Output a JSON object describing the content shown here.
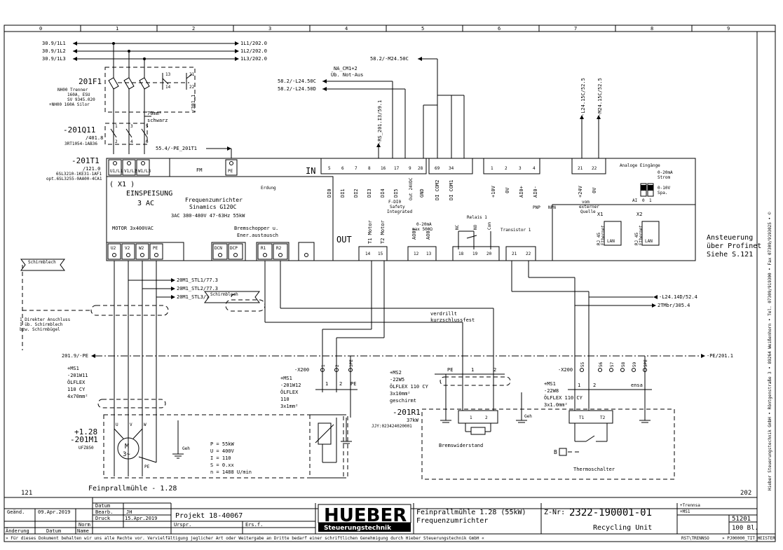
{
  "grid": {
    "columns": [
      "0",
      "1",
      "2",
      "3",
      "4",
      "5",
      "6",
      "7",
      "8",
      "9"
    ]
  },
  "feeds": {
    "in_labels": [
      "30.9/1L1",
      "30.9/1L2",
      "30.9/1L3"
    ],
    "out_labels": [
      "1L1/202.0",
      "1L2/202.0",
      "1L3/202.0"
    ]
  },
  "f1": {
    "tag": "201F1",
    "desc": [
      "NH00 Trenner",
      "160A, ESU",
      "SV 9345.020",
      "+NH00 160A Silor"
    ],
    "contact_labels": [
      "13",
      "14",
      "21",
      "22"
    ],
    "ref": "/301.1"
  },
  "cable_note": [
    "70mm²",
    "schwarz"
  ],
  "q11": {
    "tag": "-201Q11",
    "ref": "/401.8",
    "type": "3RT1054-1AB36",
    "pins": [
      "1",
      "3",
      "5",
      "2",
      "4",
      "6"
    ]
  },
  "pe_ref": "55.4/-PE_201T1",
  "pe_label": "PE",
  "t1": {
    "tag": "-201T1",
    "ref": "/121.0",
    "types": [
      "6SL3210-1KE31-1AF1",
      "opt.6SL3255-0AA00-4CA1"
    ],
    "in_terms": [
      "U1/L1",
      "V1/L2",
      "W1/L3"
    ],
    "x1": "( X1 )",
    "einspeisung": "EINSPEISUNG",
    "three_ac": "3 AC",
    "fm": "FM",
    "title": "Frequenzumrichter",
    "model": "Sinamics G120C",
    "spec": "3AC 380-480V 47-63Hz 55kW",
    "motor": "MOTOR 3x400VAC",
    "brake": [
      "Bremschopper u.",
      "Ener.austausch"
    ],
    "ground": "Erdung",
    "out_terms": [
      "U2",
      "V2",
      "W2",
      "PE",
      "DCN",
      "DCP",
      "R1",
      "R2"
    ],
    "in_label": "IN",
    "out_label": "OUT"
  },
  "refs_left": [
    "20M1_STL1/77.3",
    "20M1_STL2/77.3",
    "20M1_STL3/77.3"
  ],
  "shield1": "Schirmblech",
  "shield_note": [
    "1 Direkter Anschluss",
    "1 üb. Schirmblech",
    "bzw. Schirmbügel"
  ],
  "shield2": "Schirmblech",
  "ctrl_refs": {
    "top": "58.2/-M24.50C",
    "na": [
      "NA_CM1+2",
      "Üb. Not-Aus"
    ],
    "l24": "58.2/-L24.50C",
    "l24b": "58.2/-L24.50D",
    "rs": "-RS_201.I3/59.1",
    "l24_15c": "-L24.15C/52.5",
    "m24_15c": "-M24.15C/52.5"
  },
  "terminals_top": [
    "5",
    "6",
    "7",
    "8",
    "16",
    "17",
    "9",
    "28",
    "69",
    "34",
    "1",
    "2",
    "3",
    "4",
    "21",
    "22"
  ],
  "dsignals": [
    "DI0",
    "DI1",
    "DI2",
    "DI3",
    "DI4",
    "DI5",
    "Out 24VDC",
    "GND",
    "DI COM2",
    "DI COM1",
    "+10V",
    "0V",
    "AI0+",
    "AI0-",
    "+24V",
    "0V"
  ],
  "fdi": [
    "F-DI0",
    "Safety",
    "Integrated"
  ],
  "pnp": "PNP",
  "npn": "NPN",
  "ext_source": [
    "vom",
    "externer",
    "Quelle"
  ],
  "analog": {
    "title": "Analoge Eingänge",
    "a": [
      "0-20mA",
      "Strom"
    ],
    "b": [
      "0-10V",
      "Spa."
    ],
    "ai": "AI",
    "pos": [
      "0",
      "1"
    ]
  },
  "outputs": {
    "t1m": "T1 Motor",
    "t2m": "T2 Motor",
    "ao": [
      "AO0+",
      "AO0-"
    ],
    "ao_note": [
      "0-20mA",
      "max 500Ω"
    ],
    "relay": "Relais 1",
    "relay_pins": [
      "NC",
      "NO",
      "Com"
    ],
    "transistor": "Transistor 1",
    "terms": [
      "14",
      "15",
      "12",
      "13",
      "18",
      "19",
      "20",
      "21",
      "22"
    ]
  },
  "profinet": {
    "x1": "X1",
    "x2": "X2",
    "rj45": [
      "RJ 45",
      "Ethernet"
    ],
    "lan": "LAN",
    "text": [
      "Ansteuerung",
      "über Profinet",
      "Siehe S.121"
    ]
  },
  "right_refs": [
    "-L24.14D/52.4",
    "2TMbr/305.4"
  ],
  "verdrillt": [
    "verdrillt",
    "kurzschlussfest"
  ],
  "pe_line": {
    "left": "201.9/-PE",
    "right": "-PE/201.1"
  },
  "w11": {
    "lines": [
      "+MS1",
      "-201W11",
      "ÖLFLEX",
      "110 CY",
      "4x70mm²"
    ]
  },
  "w12": {
    "tag": "+MS1",
    "lines": [
      "-201W12",
      "ÖLFLEX",
      "110",
      "3x1mm²"
    ]
  },
  "x200a": {
    "tag": "-X200",
    "pins": [
      "1",
      "2",
      "3PE"
    ],
    "wires": [
      "1",
      "2",
      "PE"
    ]
  },
  "ms2": {
    "lines": [
      "+MS2",
      "-22W5",
      "ÖLFLEX 110 CY",
      "3x10mm²",
      "geschirmt"
    ],
    "wires": [
      "PE",
      "1",
      "2"
    ]
  },
  "x200b": {
    "tag": "-X200",
    "pins": [
      "55",
      "56",
      "57",
      "58",
      "59",
      "5PE"
    ]
  },
  "w8": {
    "lines": [
      "+MS1",
      "-22W8",
      "ÖLFLEX 110 CY",
      "3x1.0mm²"
    ],
    "wires": [
      "1",
      "2",
      "ensa"
    ]
  },
  "r1": {
    "tag": "-201R1",
    "power": "37kW",
    "type": "JJY:023424020001",
    "pins": [
      "1",
      "2"
    ],
    "label": "Bremswiderstand"
  },
  "thermo": {
    "pins": [
      "T1",
      "T2"
    ],
    "label": "Thermoschalter",
    "sym": "B"
  },
  "motor": {
    "ref": "+1.28",
    "tag": "-201M1",
    "type": "UFZ850",
    "sym": "M",
    "sym2": "3~",
    "pins": [
      "U",
      "V",
      "W",
      "PE"
    ],
    "params": [
      "P = 55kW",
      "U = 400V",
      "I = 110",
      "S = 0.xx",
      "n = 1488 U/min"
    ],
    "gnd": "Geh",
    "name": "Feinprallmühle  -  1.28"
  },
  "page_left": "121",
  "page_right": "202",
  "titleblock": {
    "labels": {
      "datum": "Datum",
      "bearb": "Bearb.",
      "druck": "Druck",
      "urspr": "Urspr.",
      "ers": "Ers.f.",
      "norm": "Norm",
      "aenderung": "Änderung",
      "name": "Name",
      "aend": "Geänd."
    },
    "datum1": "09.Apr.2019",
    "bearb": "JH",
    "druck": "15.Apr.2019",
    "projekt": "Projekt 18-40067",
    "logo": "HUEBER",
    "logo_sub": "Steuerungstechnik",
    "desc1": "Feinprallmühle 1.28 (55kW)",
    "desc2": "Frequenzumrichter",
    "znr_label": "Z-Nr:",
    "znr": "2322-190001-01",
    "plus1": "+Trennsa",
    "plus2": "+MS1",
    "unit": "Recycling Unit",
    "sheet": "51201",
    "blatt": "100 Bl.",
    "footer": "» Für dieses Dokument behalten wir uns alle Rechte vor. Vervielfältigung jeglicher Art oder Weitergabe an Dritte bedarf einer schriftlichen Genehmigung durch Hieber Steuerungstechnik GmbH «",
    "footer_r1": "RST\\TRENNSO",
    "footer_r2": "» PJ00000_TIT_HEISTER"
  },
  "side_text": "Hieber Steuerungstechnik GmbH  •  Röntgenstraße 3  •  89264 Weißenhorn  •  Tel. 07309/919300  •  Fax 07309/9193025  •  ©"
}
